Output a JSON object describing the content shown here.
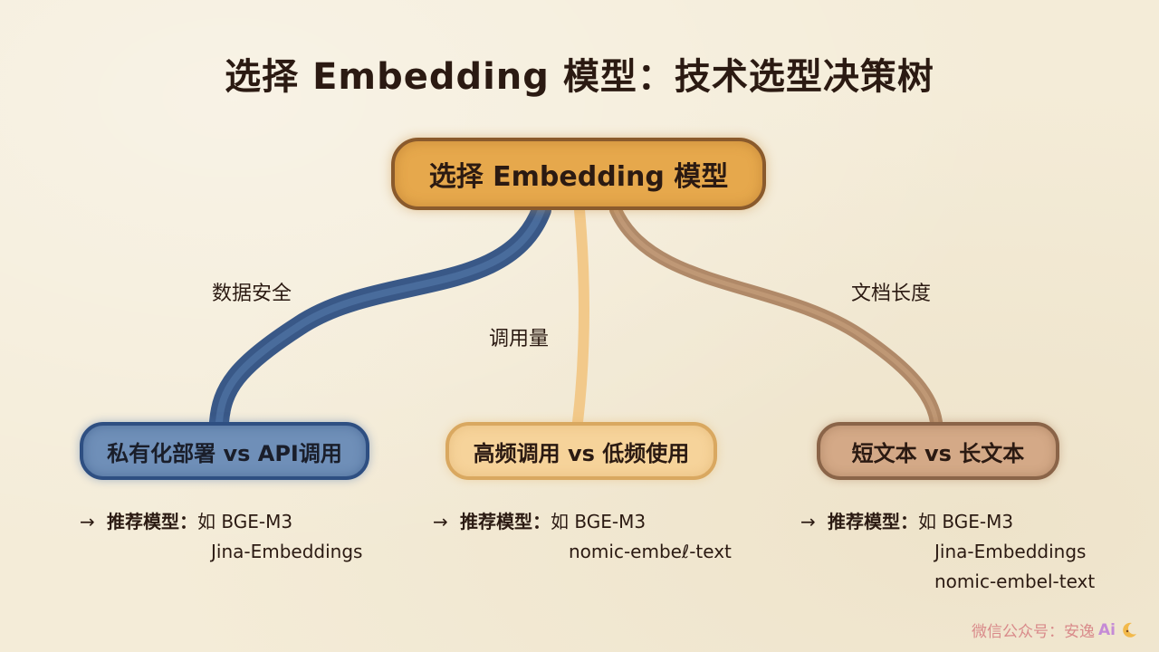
{
  "title": "选择 Embedding 模型：技术选型决策树",
  "root": {
    "label": "选择 Embedding 模型"
  },
  "branches": [
    {
      "edge_label": "数据安全",
      "node_label": "私有化部署 vs API调用",
      "arrow": "→",
      "recommend_prefix": "推荐模型：",
      "models": [
        "如 BGE-M3",
        "Jina-Embeddings"
      ],
      "color": "#2e4f82"
    },
    {
      "edge_label": "调用量",
      "node_label": "高频调用 vs 低频使用",
      "arrow": "→",
      "recommend_prefix": "推荐模型：",
      "models": [
        "如 BGE-M3",
        "nomic-embeℓ-text"
      ],
      "color": "#f2c98a"
    },
    {
      "edge_label": "文档长度",
      "node_label": "短文本 vs 长文本",
      "arrow": "→",
      "recommend_prefix": "推荐模型：",
      "models": [
        "如 BGE-M3",
        "Jina-Embeddings",
        "nomic-embel-text"
      ],
      "color": "#a87e5c"
    }
  ],
  "watermark": {
    "text": "微信公众号：安逸",
    "ai": "Ai",
    "icon": "moon-icon"
  }
}
